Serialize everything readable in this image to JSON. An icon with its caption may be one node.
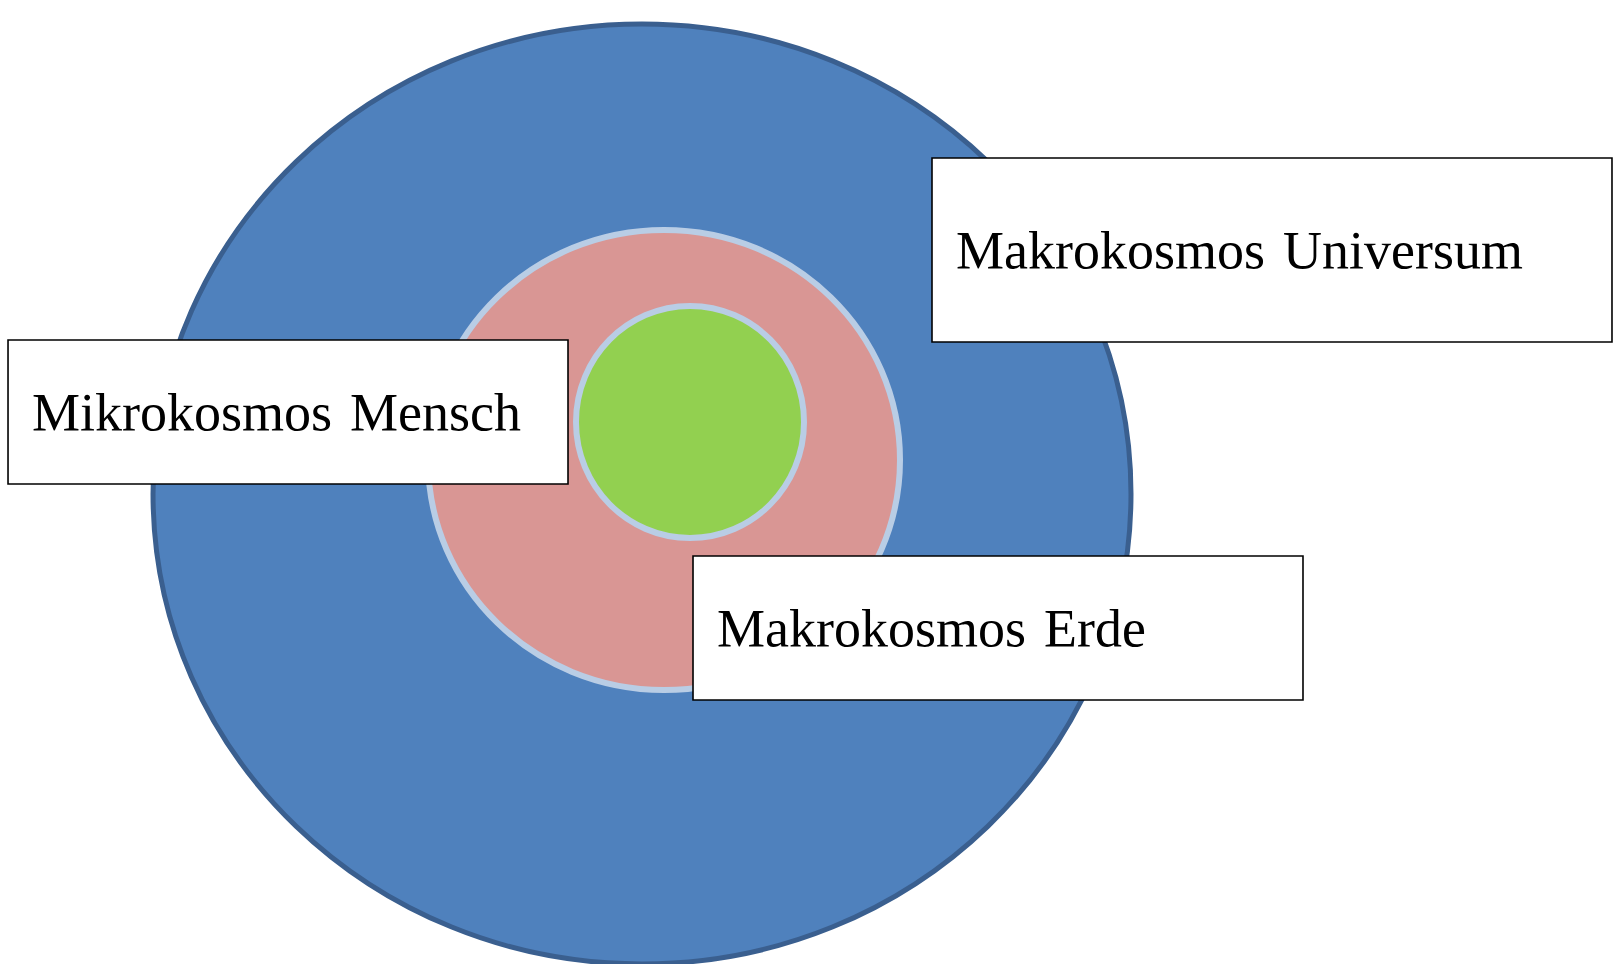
{
  "diagram": {
    "nodes": [
      {
        "text": [],
        "shape": "circle"
      },
      {
        "text": [],
        "shape": "circle",
        "in": 0
      },
      {
        "text": [],
        "shape": "circle",
        "in": 1
      },
      {
        "text": [
          "Makrokosmos Universum"
        ]
      },
      {
        "text": [
          "Mikrokosmos Mensch"
        ]
      },
      {
        "text": [
          "Makrokosmos Erde"
        ]
      }
    ]
  }
}
